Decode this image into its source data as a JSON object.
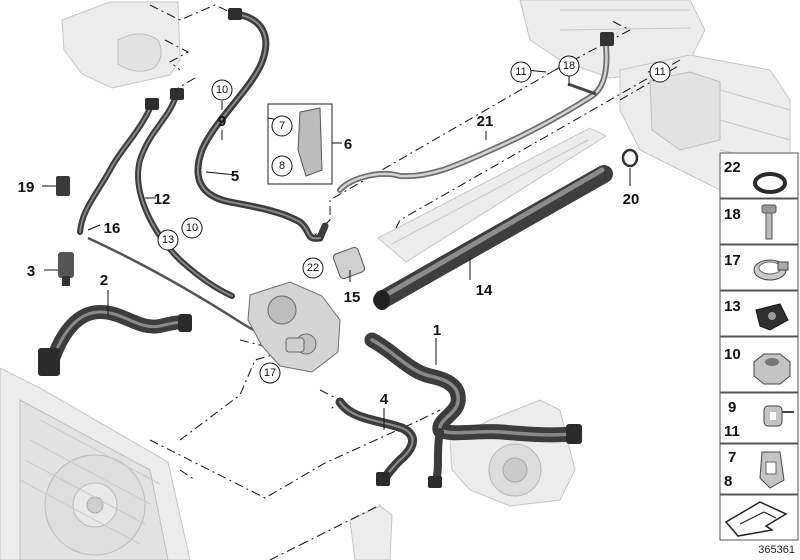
{
  "callouts": {
    "c1": "1",
    "c2": "2",
    "c3": "3",
    "c4": "4",
    "c5": "5",
    "c6": "6",
    "c7": "7",
    "c8": "8",
    "c9": "9",
    "c10a": "10",
    "c10b": "10",
    "c11a": "11",
    "c11b": "11",
    "c12": "12",
    "c13": "13",
    "c14": "14",
    "c15": "15",
    "c16": "16",
    "c17": "17",
    "c18": "18",
    "c19": "19",
    "c20": "20",
    "c21": "21",
    "c22": "22"
  },
  "legend": {
    "items": [
      {
        "label": "22",
        "icon": "o-ring-icon"
      },
      {
        "label": "18",
        "icon": "bolt-icon"
      },
      {
        "label": "17",
        "icon": "hose-clamp-icon"
      },
      {
        "label": "13",
        "icon": "mounting-bracket-icon"
      },
      {
        "label": "10",
        "icon": "hex-nut-icon"
      },
      {
        "label": "9",
        "label2": "11",
        "icon": "hose-clip-icon"
      },
      {
        "label": "7",
        "label2": "8",
        "icon": "spring-clip-icon"
      }
    ],
    "footer_icon": "pointer-arrow-icon"
  },
  "diagram_number": "365361"
}
